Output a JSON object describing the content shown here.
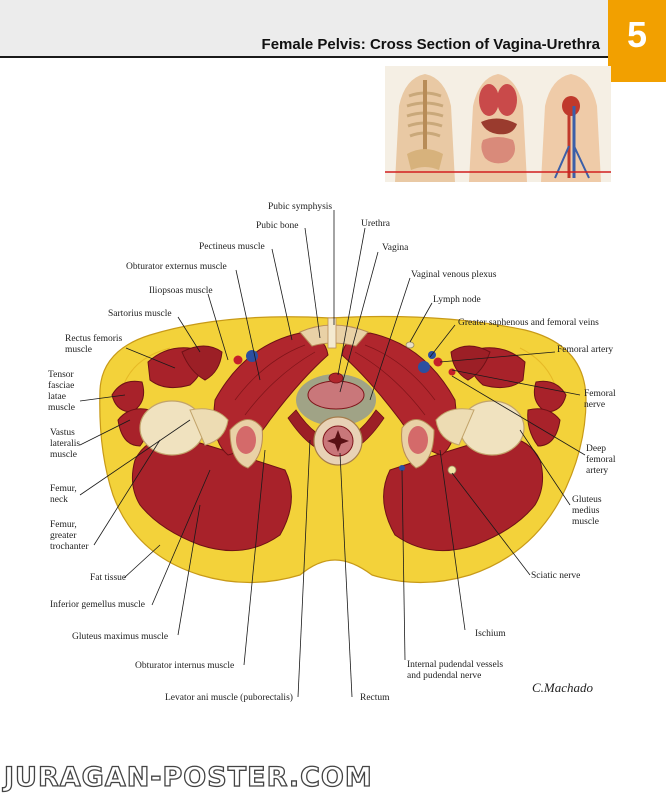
{
  "header": {
    "title": "Female Pelvis: Cross Section of Vagina-Urethra",
    "page_number": "5"
  },
  "labels": {
    "pubic_symphysis": "Pubic symphysis",
    "pubic_bone": "Pubic bone",
    "urethra": "Urethra",
    "pectineus_muscle": "Pectineus muscle",
    "vagina": "Vagina",
    "obturator_externus_muscle": "Obturator externus muscle",
    "vaginal_venous_plexus": "Vaginal venous plexus",
    "iliopsoas_muscle": "Iliopsoas muscle",
    "lymph_node": "Lymph node",
    "sartorius_muscle": "Sartorius muscle",
    "greater_saphenous_femoral_veins": "Greater saphenous and femoral veins",
    "rectus_femoris_muscle": [
      "Rectus femoris",
      "muscle"
    ],
    "femoral_artery": "Femoral artery",
    "tensor_fasciae_latae_muscle": [
      "Tensor",
      "fasciae",
      "latae",
      "muscle"
    ],
    "femoral_nerve": [
      "Femoral",
      "nerve"
    ],
    "vastus_lateralis_muscle": [
      "Vastus",
      "lateralis",
      "muscle"
    ],
    "deep_femoral_artery": [
      "Deep",
      "femoral",
      "artery"
    ],
    "femur_neck": [
      "Femur,",
      "neck"
    ],
    "gluteus_medius_muscle": [
      "Gluteus",
      "medius",
      "muscle"
    ],
    "femur_greater_trochanter": [
      "Femur,",
      "greater",
      "trochanter"
    ],
    "sciatic_nerve": "Sciatic nerve",
    "fat_tissue": "Fat tissue",
    "inferior_gemellus_muscle": "Inferior gemellus muscle",
    "ischium": "Ischium",
    "gluteus_maximus_muscle": "Gluteus maximus muscle",
    "obturator_internus_muscle": "Obturator internus muscle",
    "internal_pudendal_vessels_nerve": [
      "Internal pudendal vessels",
      "and pudendal nerve"
    ],
    "levator_ani_muscle": "Levator ani muscle (puborectalis)",
    "rectum": "Rectum"
  },
  "signature": "C.Machado",
  "watermark": "JURAGAN-POSTER.COM",
  "colors": {
    "fat": "#f3d23a",
    "muscle": "#a8222a",
    "bone": "#f0e2bf",
    "accent": "#f2a000"
  }
}
